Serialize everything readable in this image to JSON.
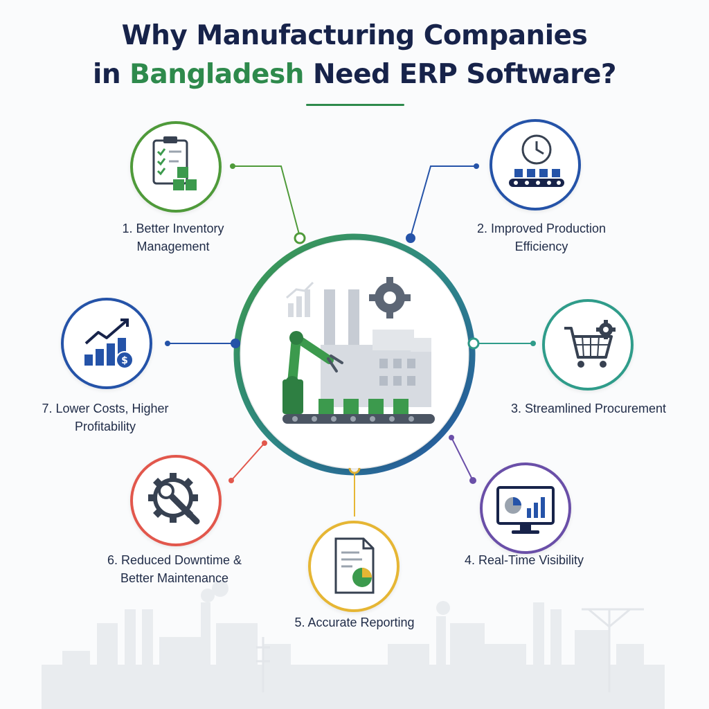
{
  "title": {
    "line1": "Why Manufacturing Companies",
    "line2_prefix": "in",
    "line2_highlight": "Bangladesh",
    "line2_suffix": "Need ERP Software?"
  },
  "colors": {
    "navy": "#17234a",
    "green": "#2e8a4c",
    "blue": "#2553a8",
    "teal": "#2f9c8a",
    "purple": "#6a4fa8",
    "yellow": "#e6b634",
    "red": "#e2574c"
  },
  "benefits": [
    {
      "label": "1. Better Inventory Management",
      "icon": "clipboard-checklist-icon",
      "color": "#4f9a3a"
    },
    {
      "label": "2. Improved Production Efficiency",
      "icon": "clock-conveyor-icon",
      "color": "#2553a8"
    },
    {
      "label": "3. Streamlined Procurement",
      "icon": "shopping-cart-gear-icon",
      "color": "#2f9c8a"
    },
    {
      "label": "4. Real-Time Visibility",
      "icon": "monitor-dashboard-icon",
      "color": "#6a4fa8"
    },
    {
      "label": "5. Accurate Reporting",
      "icon": "report-document-icon",
      "color": "#e6b634"
    },
    {
      "label": "6. Reduced Downtime & Better Maintenance",
      "icon": "gear-wrench-icon",
      "color": "#e2574c"
    },
    {
      "label": "7. Lower Costs, Higher Profitability",
      "icon": "growth-chart-dollar-icon",
      "color": "#2553a8"
    }
  ],
  "hub": {
    "icon": "factory-robot-arm-icon"
  },
  "background": {
    "icon": "industrial-skyline-icon"
  }
}
